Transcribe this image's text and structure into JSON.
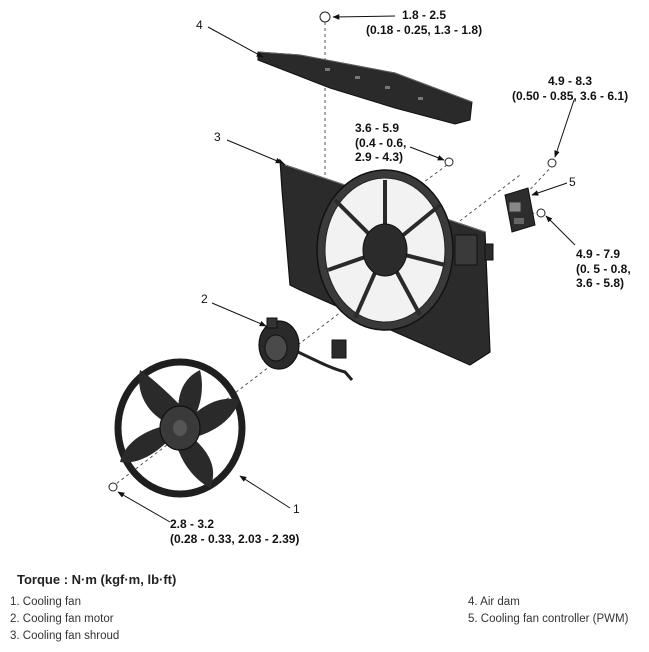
{
  "callouts": {
    "c1": "1",
    "c2": "2",
    "c3": "3",
    "c4": "4",
    "c5": "5"
  },
  "torques": {
    "air_dam_bolt": [
      "1.8 - 2.5",
      "(0.18 - 0.25, 1.3 - 1.8)"
    ],
    "shroud_bolt": [
      "3.6 - 5.9",
      "(0.4 - 0.6,",
      "2.9 - 4.3)"
    ],
    "controller_bolt_top": [
      "4.9 - 8.3",
      "(0.50 - 0.85, 3.6 - 6.1)"
    ],
    "controller_bolt_bottom": [
      "4.9 - 7.9",
      "(0. 5 - 0.8,",
      "3.6 - 5.8)"
    ],
    "fan_nut": [
      "2.8 - 3.2",
      "(0.28 - 0.33, 2.03 - 2.39)"
    ]
  },
  "torque_title": "Torque : N·m (kgf·m, lb·ft)",
  "legend": {
    "left": [
      "1. Cooling fan",
      "2. Cooling fan motor",
      "3. Cooling fan shroud"
    ],
    "right": [
      "4. Air dam",
      "5. Cooling fan controller (PWM)"
    ]
  }
}
